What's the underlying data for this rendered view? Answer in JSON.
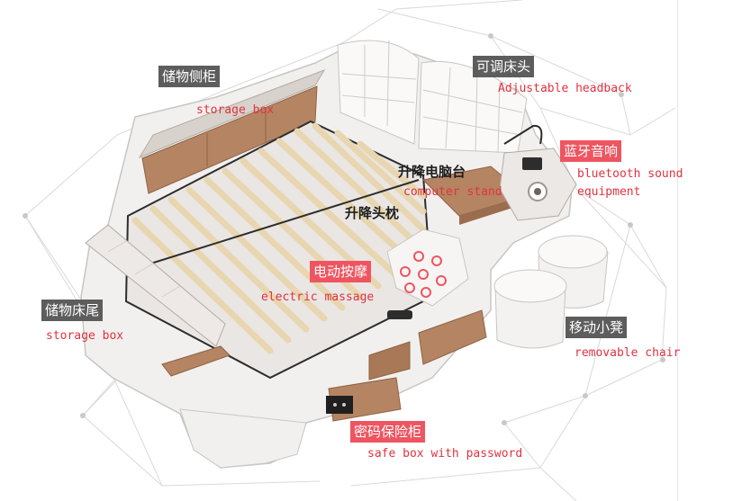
{
  "image": {
    "colors": {
      "background": "#ffffff",
      "leather": "#f2f0ee",
      "wood": "#b58462",
      "slat": "#f1e3c6",
      "frame": "#2d2d2d",
      "label_dark": "#5d5d5d",
      "label_red": "#ee5561",
      "english_text": "#e0333f",
      "massage_icon": "#ee5561"
    },
    "features": [
      {
        "id": "storage-cabinet",
        "cn": "储物侧柜",
        "en": "storage box",
        "cn_style": "dark"
      },
      {
        "id": "adjustable-headboard",
        "cn": "可调床头",
        "en": "Adjustable headback",
        "cn_style": "dark"
      },
      {
        "id": "bluetooth-sound",
        "cn": "蓝牙音响",
        "en_lines": [
          "bluetooth  sound",
          "equipment"
        ],
        "cn_style": "red"
      },
      {
        "id": "computer-stand",
        "cn": "升降电脑台",
        "en": "computer stand",
        "cn_style": "none"
      },
      {
        "id": "lifting-pillow",
        "cn": "升降头枕",
        "en": "",
        "cn_style": "none"
      },
      {
        "id": "electric-massage",
        "cn": "电动按摩",
        "en": "electric massage",
        "cn_style": "red"
      },
      {
        "id": "storage-footboard",
        "cn": "储物床尾",
        "en": "storage box",
        "cn_style": "dark"
      },
      {
        "id": "removable-chair",
        "cn": "移动小凳",
        "en": "removable chair",
        "cn_style": "dark"
      },
      {
        "id": "safe-box",
        "cn": "密码保险柜",
        "en": "safe box with password",
        "cn_style": "red"
      }
    ]
  }
}
